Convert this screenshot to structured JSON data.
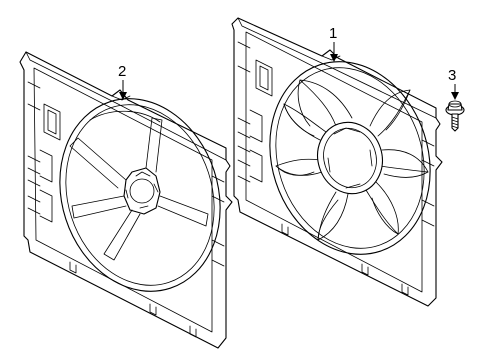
{
  "callouts": [
    {
      "id": "1",
      "label": "1"
    },
    {
      "id": "2",
      "label": "2"
    },
    {
      "id": "3",
      "label": "3"
    }
  ],
  "parts": {
    "left": "fan-shroud",
    "right": "fan-shroud-with-fan",
    "fastener": "bolt"
  }
}
